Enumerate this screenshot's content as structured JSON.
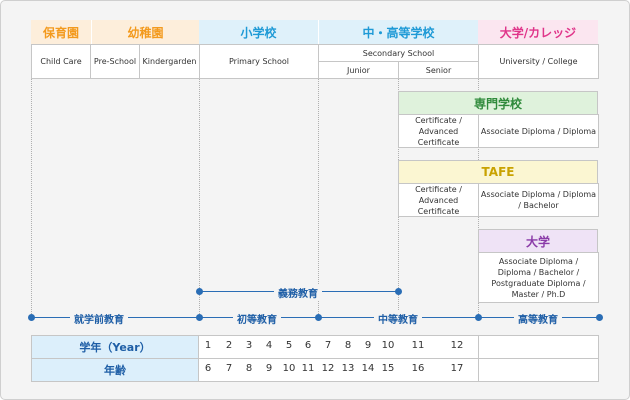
{
  "header": {
    "hoikuen": "保育園",
    "youchien": "幼稚園",
    "shougakkou": "小学校",
    "chuukou": "中・高等学校",
    "daigaku": "大学/カレッジ"
  },
  "subheader": {
    "child_care": "Child Care",
    "pre_school": "Pre-School",
    "kindergarden": "Kindergarden",
    "primary": "Primary School",
    "secondary": "Secondary School",
    "junior": "Junior",
    "senior": "Senior",
    "university": "University / College"
  },
  "senmon": {
    "title": "専門学校",
    "left": "Certificate / Advanced Certificate",
    "right": "Associate Diploma / Diploma"
  },
  "tafe": {
    "title": "TAFE",
    "left": "Certificate / Advanced Certificate",
    "right": "Associate Diploma / Diploma / Bachelor"
  },
  "univ": {
    "title": "大学",
    "desc": "Associate Diploma / Diploma / Bachelor / Postgraduate Diploma / Master / Ph.D"
  },
  "timeline": {
    "gimu": "義務教育",
    "shuugakumae": "就学前教育",
    "shotou": "初等教育",
    "chuutou": "中等教育",
    "koutou": "高等教育"
  },
  "table": {
    "year_label": "学年（Year）",
    "age_label": "年齢",
    "years": [
      "1",
      "2",
      "3",
      "4",
      "5",
      "6",
      "7",
      "8",
      "9",
      "10",
      "11",
      "12"
    ],
    "ages": [
      "6",
      "7",
      "8",
      "9",
      "10",
      "11",
      "12",
      "13",
      "14",
      "15",
      "16",
      "17"
    ]
  },
  "colors": {
    "orange": "#f39a1e",
    "blue": "#1e9ad6",
    "pink": "#e0358a",
    "green": "#2f8a3b",
    "yellow": "#c9a200",
    "purple": "#8a3aa8",
    "timeline": "#2a6db5"
  }
}
